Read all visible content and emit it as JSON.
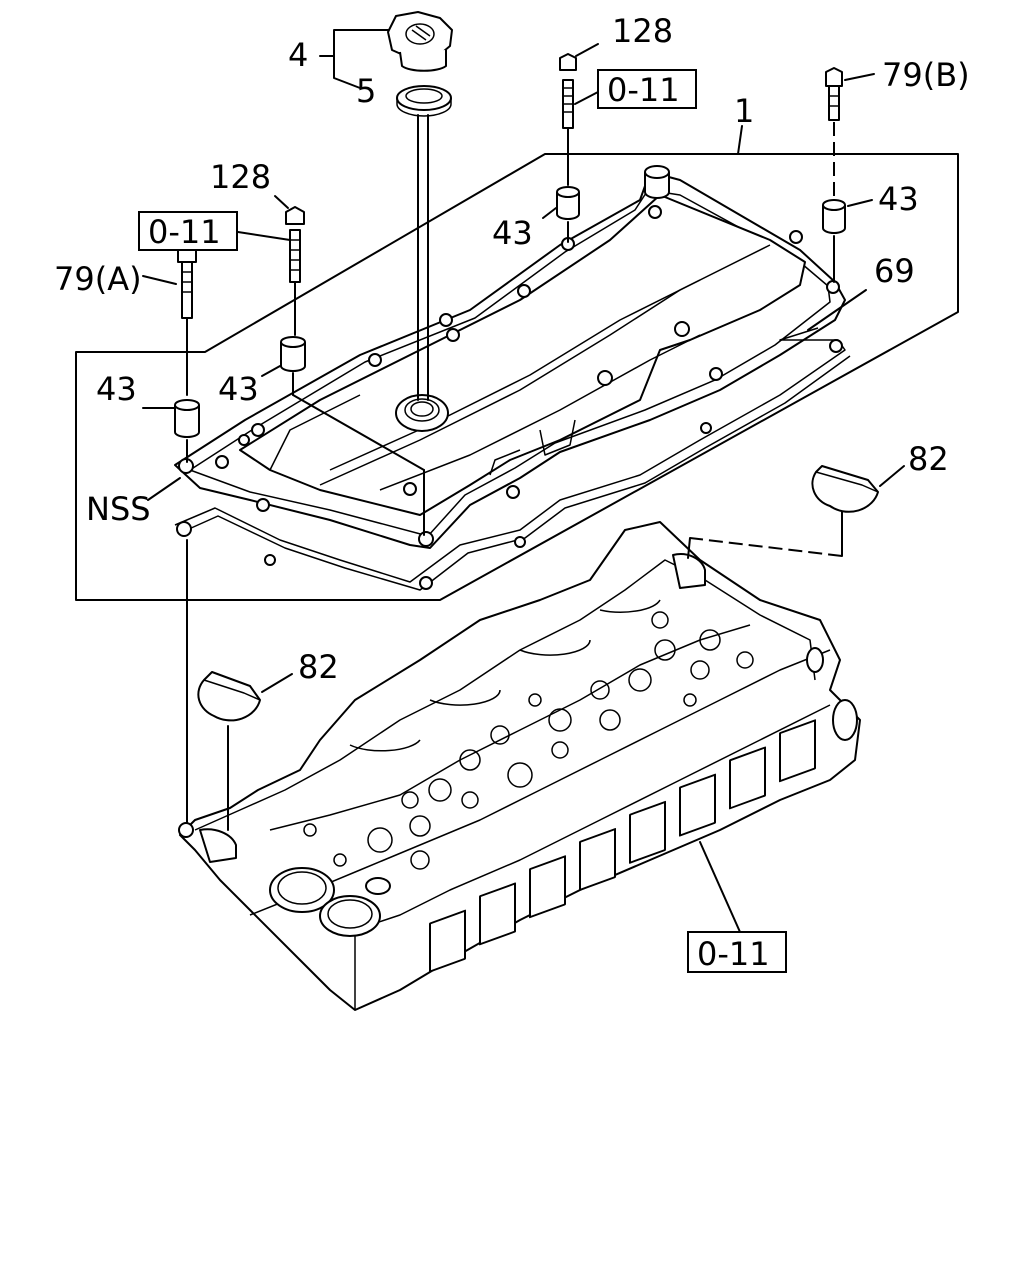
{
  "labels": {
    "p1": "1",
    "p4": "4",
    "p5": "5",
    "p128_top": "128",
    "p128_left": "128",
    "ref_top": "0-11",
    "ref_left": "0-11",
    "ref_bottom": "0-11",
    "p79b": "79(B)",
    "p79a": "79(A)",
    "p43_top": "43",
    "p43_right": "43",
    "p43_left": "43",
    "p43_mid": "43",
    "p69": "69",
    "p82_right": "82",
    "p82_left": "82",
    "nss": "NSS"
  }
}
